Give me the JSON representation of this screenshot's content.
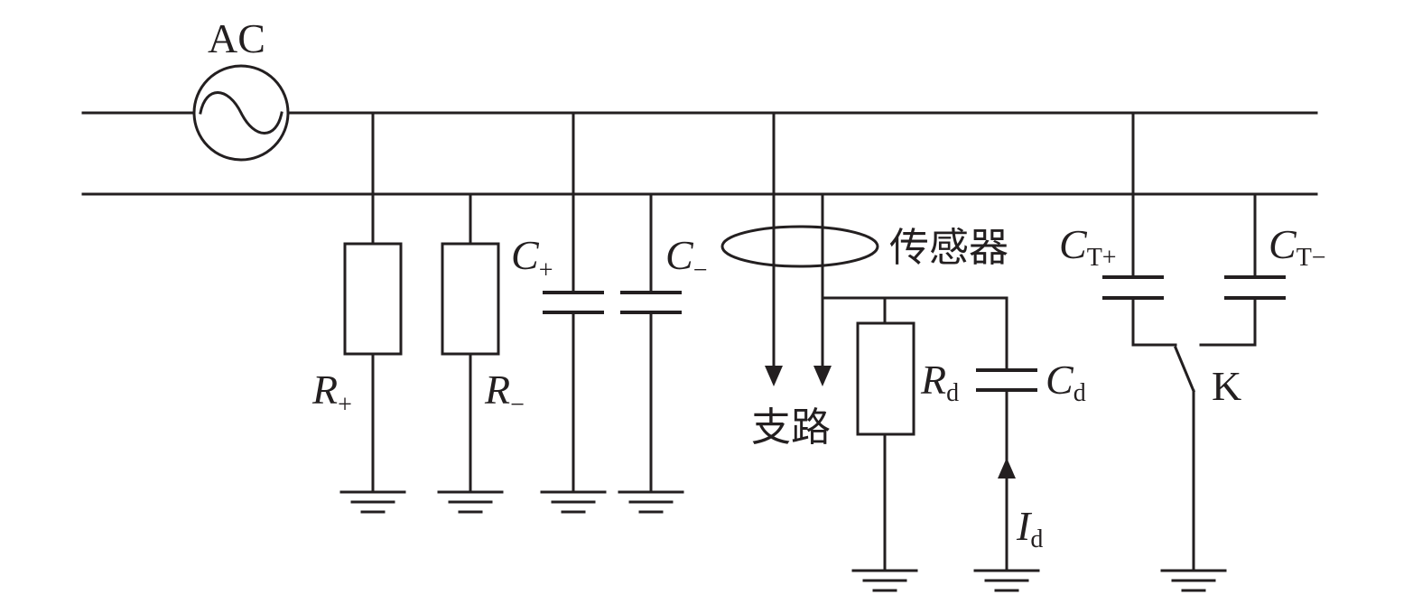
{
  "labels": {
    "ac": "AC",
    "sensor": "传感器",
    "branch": "支路",
    "switch": "K",
    "r_plus": {
      "base": "R",
      "sub": "+"
    },
    "r_minus": {
      "base": "R",
      "sub": "−"
    },
    "c_plus": {
      "base": "C",
      "sub": "+"
    },
    "c_minus": {
      "base": "C",
      "sub": "−"
    },
    "r_d": {
      "base": "R",
      "sub": "d"
    },
    "c_d": {
      "base": "C",
      "sub": "d"
    },
    "i_d": {
      "base": "I",
      "sub": "d"
    },
    "c_t_plus": {
      "base": "C",
      "sub": "T+"
    },
    "c_t_minus": {
      "base": "C",
      "sub": "T−"
    }
  }
}
